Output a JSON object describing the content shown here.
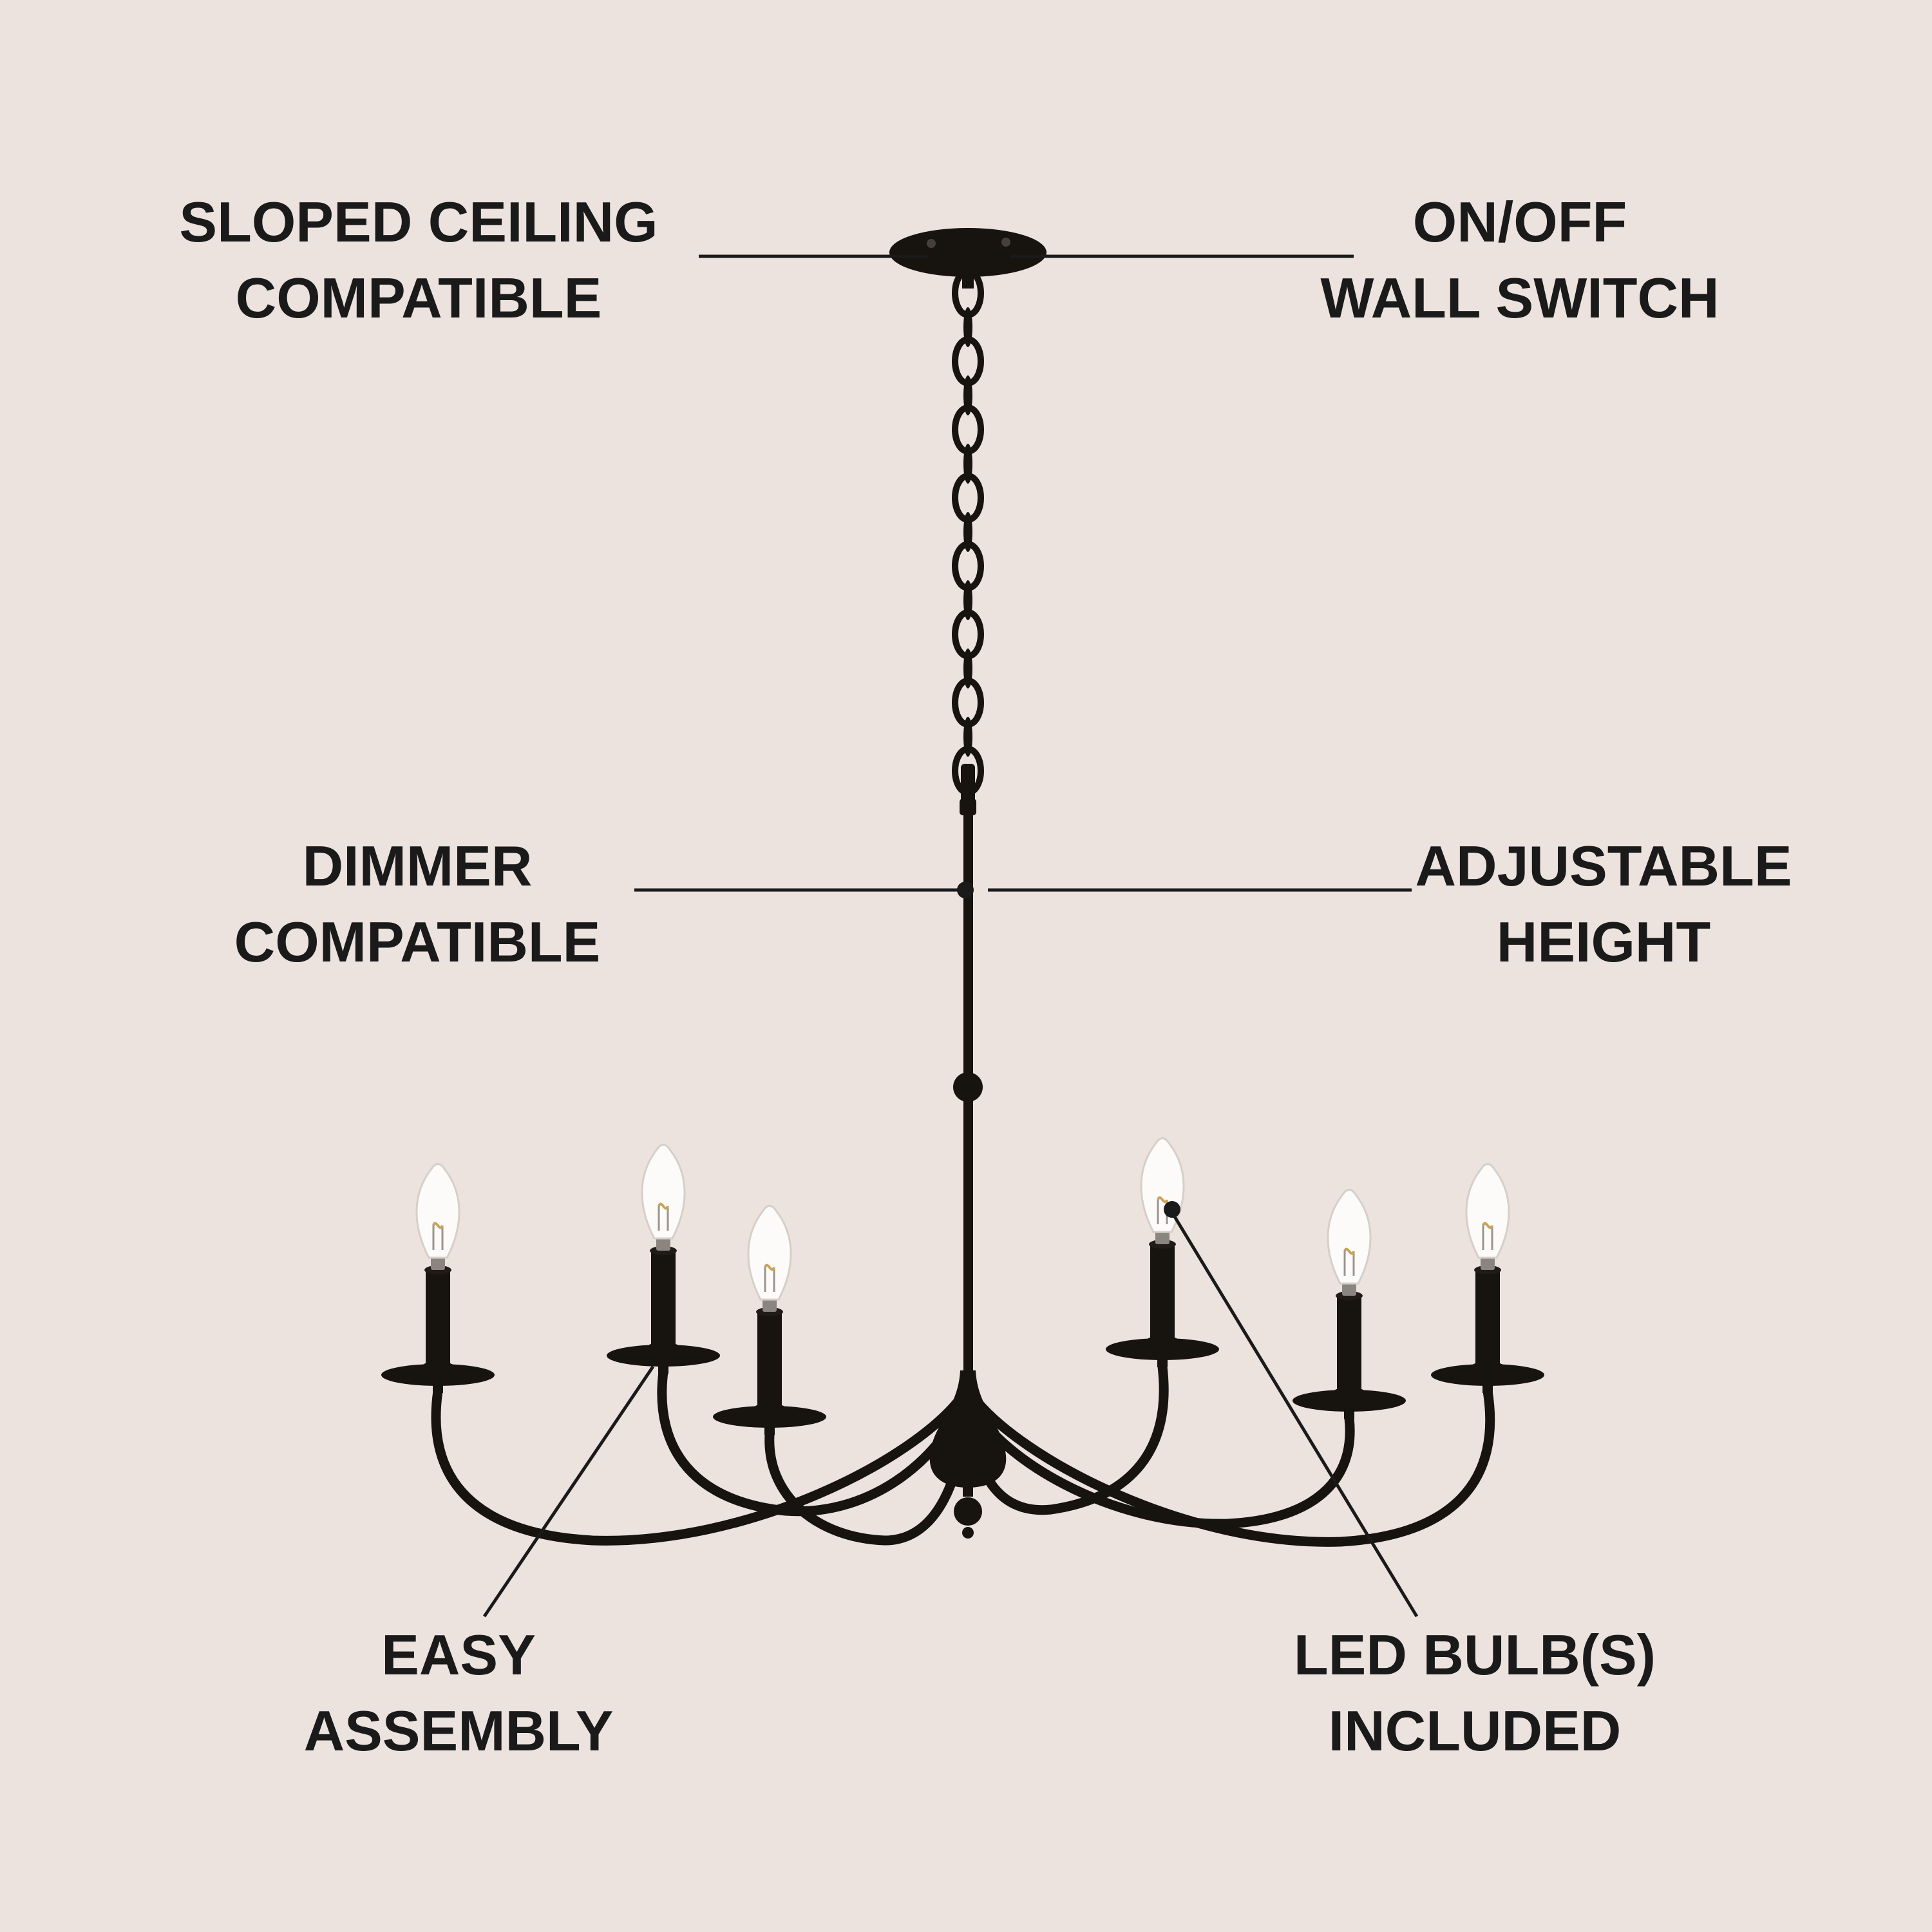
{
  "colors": {
    "background": "#ece2de",
    "ink": "#1a1a1a",
    "metal_finish": "#17130f",
    "bulb_glass": "#fcfbf9",
    "filament_gold": "#c8a35c"
  },
  "product": {
    "type": "six-arm candle-style chandelier",
    "visible_bulb_count": 6
  },
  "callouts": {
    "sloped_ceiling": {
      "lines": [
        "SLOPED CEILING",
        "COMPATIBLE"
      ]
    },
    "wall_switch": {
      "lines": [
        "ON/OFF",
        "WALL SWITCH"
      ]
    },
    "dimmer": {
      "lines": [
        "DIMMER",
        "COMPATIBLE"
      ]
    },
    "adjustable_height": {
      "lines": [
        "ADJUSTABLE",
        "HEIGHT"
      ]
    },
    "easy_assembly": {
      "lines": [
        "EASY",
        "ASSEMBLY"
      ]
    },
    "led_bulbs": {
      "lines": [
        "LED BULB(S)",
        "INCLUDED"
      ]
    }
  }
}
